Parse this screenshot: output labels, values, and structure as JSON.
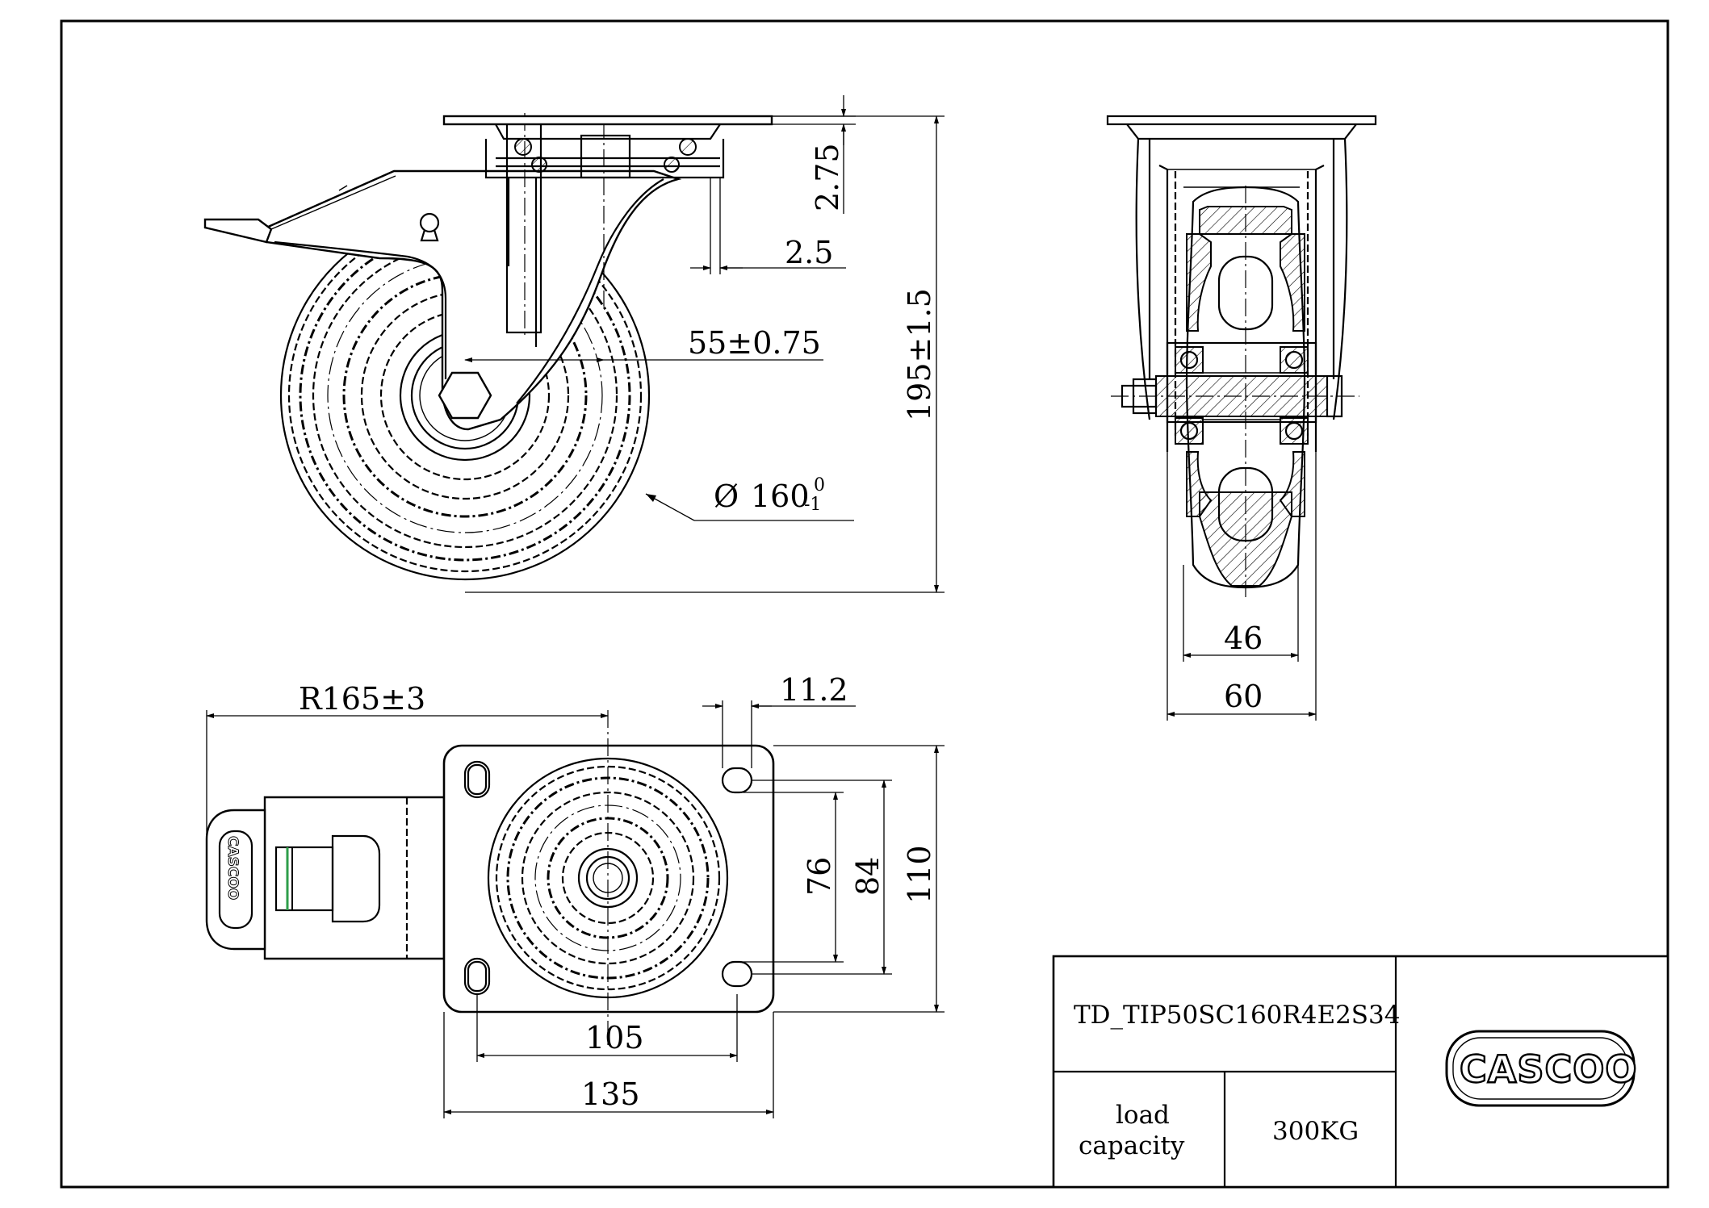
{
  "drawing": {
    "dims": {
      "plate_thickness": "2.75",
      "offset_gap": "2.5",
      "swivel_offset": "55±0.75",
      "overall_height": "195±1.5",
      "wheel_dia_main": "160",
      "wheel_dia_upper_tol": "0",
      "wheel_dia_lower_tol": "-1",
      "wheel_width": "46",
      "fork_width": "60",
      "swivel_radius": "R165±3",
      "slot_width": "11.2",
      "hole_pitch_short": "76",
      "hole_pitch_mid": "84",
      "plate_length": "110",
      "hole_pitch_long": "105",
      "plate_width": "135"
    },
    "diameter_symbol": "Ø",
    "brake_logo_text": "CASCOO"
  },
  "title_block": {
    "model_code": "TD_TIP50SC160R4E2S34",
    "load_label_line1": "load",
    "load_label_line2": "capacity",
    "load_value": "300KG",
    "logo_text": "CASCOO"
  }
}
